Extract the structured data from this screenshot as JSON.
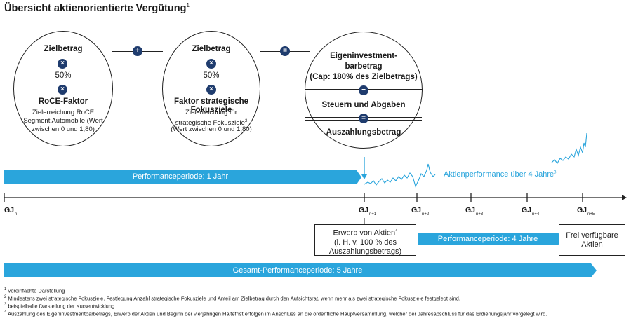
{
  "title": "Übersicht aktienorientierte Vergütung",
  "title_fn": "1",
  "circle1": {
    "target": "Zielbetrag",
    "percent": "50%",
    "factor": "RoCE-Faktor",
    "desc1": "Zielerreichung RoCE",
    "desc2": "Segment Automobile (Wert",
    "desc3": "zwischen 0 und 1,80)"
  },
  "circle2": {
    "target": "Zielbetrag",
    "percent": "50%",
    "factor": "Faktor strategische Fokusziele",
    "desc1": "Zielerreichung für",
    "desc2": "strategische Fokusziele",
    "desc2_fn": "2",
    "desc3": "(Wert zwischen 0 und 1,80)"
  },
  "circle3": {
    "line1": "Eigeninvestment-",
    "line2": "barbetrag",
    "line3": "(Cap: 180% des Zielbetrags)",
    "taxes": "Steuern und Abgaben",
    "payout": "Auszahlungsbetrag"
  },
  "operators": {
    "times": "×",
    "plus": "+",
    "equals": "=",
    "minus": "−"
  },
  "bands": {
    "perf1": "Performanceperiode: 1 Jahr",
    "perf4": "Performanceperiode: 4 Jahre",
    "total": "Gesamt-Performanceperiode: 5 Jahre"
  },
  "stock_perf": "Aktienperformance über 4 Jahre",
  "stock_perf_fn": "3",
  "timeline": [
    {
      "gj": "GJ",
      "sub": "n"
    },
    {
      "gj": "GJ",
      "sub": "n+1"
    },
    {
      "gj": "GJ",
      "sub": "n+2"
    },
    {
      "gj": "GJ",
      "sub": "n+3"
    },
    {
      "gj": "GJ",
      "sub": "n+4"
    },
    {
      "gj": "GJ",
      "sub": "n+5"
    }
  ],
  "box_buy": {
    "line1": "Erwerb von Aktien",
    "line1_fn": "4",
    "line2": "(i. H. v. 100 % des",
    "line3": "Auszahlungsbetrags)"
  },
  "box_free": {
    "line1": "Frei verfügbare",
    "line2": "Aktien"
  },
  "footnotes": [
    {
      "n": "1",
      "text": "vereinfachte Darstellung"
    },
    {
      "n": "2",
      "text": "Mindestens zwei strategische Fokusziele. Festlegung Anzahl strategische Fokusziele und Anteil am Zielbetrag durch den Aufsichtsrat, wenn mehr als zwei strategische Fokusziele festgelegt sind."
    },
    {
      "n": "3",
      "text": "beispielhafte Darstellung der Kursentwicklung"
    },
    {
      "n": "4",
      "text": "Auszahlung des Eigeninvestmentbarbetrags, Erwerb der Aktien und Beginn der vierjährigen Haltefrist erfolgen im Anschluss an die ordentliche Hauptversammlung, welcher der Jahresabschluss für das Erdienungsjahr vorgelegt wird."
    }
  ],
  "colors": {
    "navy": "#1f3c6e",
    "band": "#2aa5dc"
  }
}
